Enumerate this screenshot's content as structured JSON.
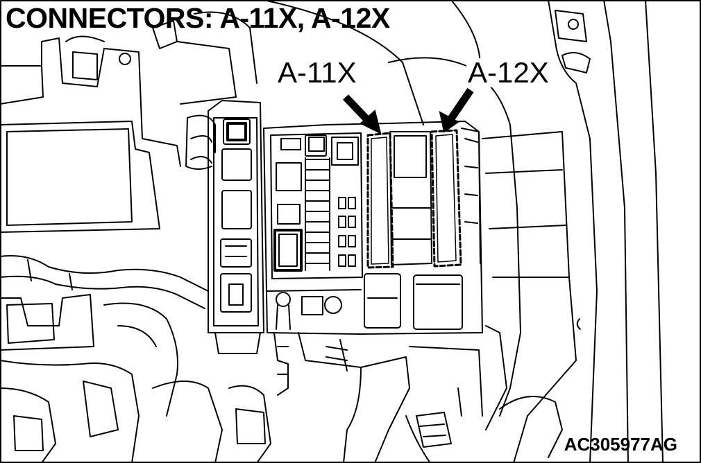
{
  "title": "CONNECTORS: A-11X, A-12X",
  "callouts": {
    "a11x": "A-11X",
    "a12x": "A-12X"
  },
  "figure_code": "AC305977AG",
  "colors": {
    "line": "#000000",
    "background": "#ffffff"
  }
}
